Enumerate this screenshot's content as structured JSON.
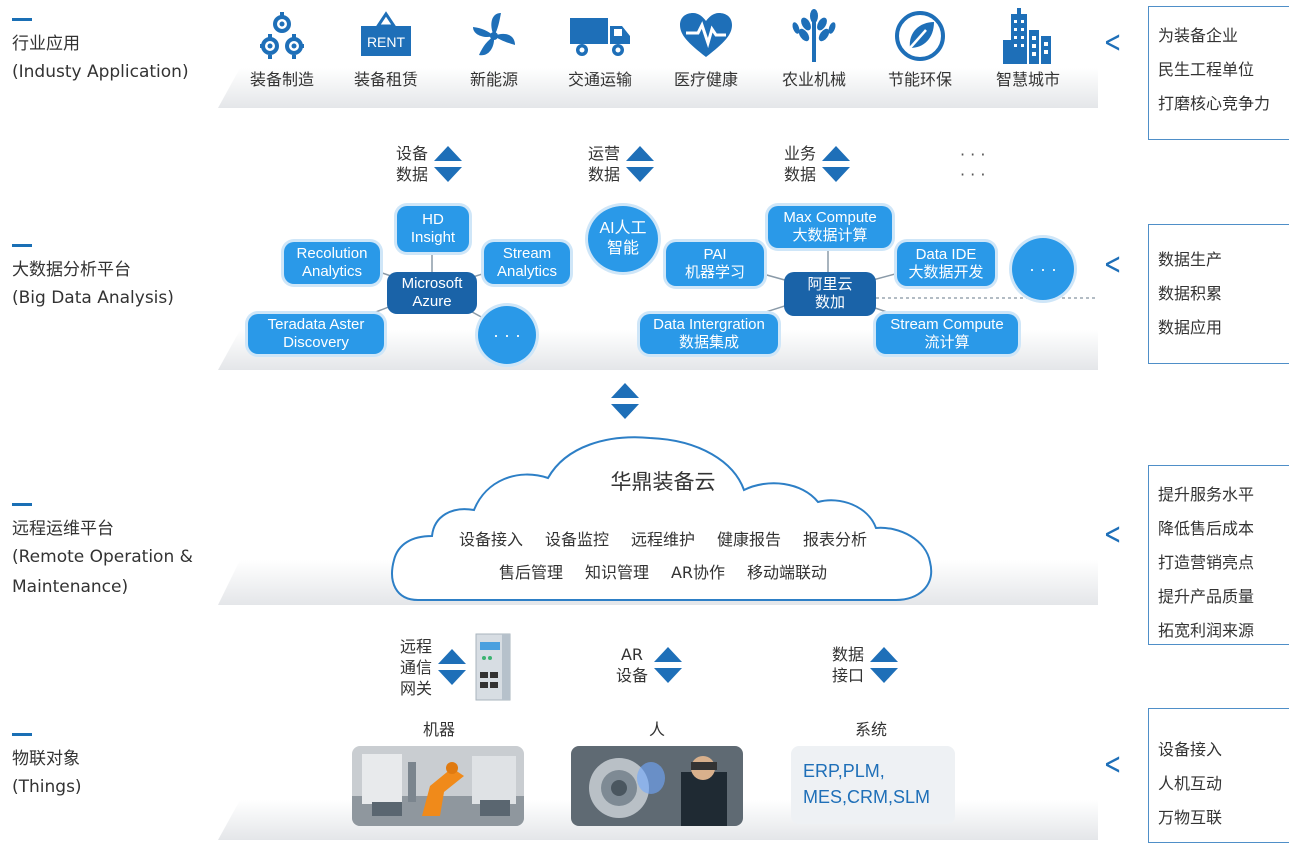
{
  "layers": [
    {
      "zh": "行业应用",
      "en": "(Industy Application)"
    },
    {
      "zh": "大数据分析平台",
      "en": "(Big Data Analysis)"
    },
    {
      "zh": "远程运维平台",
      "en_line1": "(Remote Operation &",
      "en_line2": "Maintenance)"
    },
    {
      "zh": "物联对象",
      "en": "(Things)"
    }
  ],
  "industries": [
    {
      "label": "装备制造",
      "icon": "gears-icon"
    },
    {
      "label": "装备租赁",
      "icon": "rent-sign-icon",
      "sign_text": "RENT"
    },
    {
      "label": "新能源",
      "icon": "wind-turbine-icon"
    },
    {
      "label": "交通运输",
      "icon": "truck-icon"
    },
    {
      "label": "医疗健康",
      "icon": "heart-pulse-icon"
    },
    {
      "label": "农业机械",
      "icon": "wheat-icon"
    },
    {
      "label": "节能环保",
      "icon": "leaf-icon"
    },
    {
      "label": "智慧城市",
      "icon": "city-buildings-icon"
    }
  ],
  "side_boxes": [
    [
      "为装备企业",
      "民生工程单位",
      "打磨核心竞争力"
    ],
    [
      "数据生产",
      "数据积累",
      "数据应用"
    ],
    [
      "提升服务水平",
      "降低售后成本",
      "打造营销亮点",
      "提升产品质量",
      "拓宽利润来源"
    ],
    [
      "设备接入",
      "人机互动",
      "万物互联"
    ]
  ],
  "data_flows": {
    "device": {
      "l1": "设备",
      "l2": "数据"
    },
    "ops": {
      "l1": "运营",
      "l2": "数据"
    },
    "biz": {
      "l1": "业务",
      "l2": "数据"
    },
    "more": "· · ·\n· · ·"
  },
  "azure_cluster": {
    "center": {
      "l1": "Microsoft",
      "l2": "Azure"
    },
    "hd": {
      "l1": "HD",
      "l2": "Insight"
    },
    "recolution": {
      "l1": "Recolution",
      "l2": "Analytics"
    },
    "stream": {
      "l1": "Stream",
      "l2": "Analytics"
    },
    "teradata": {
      "l1": "Teradata Aster",
      "l2": "Discovery"
    },
    "more": "· · ·"
  },
  "ai_node": {
    "l1": "AI人工",
    "l2": "智能"
  },
  "aliyun_cluster": {
    "center": {
      "l1": "阿里云",
      "l2": "数加"
    },
    "maxcompute": {
      "l1": "Max Compute",
      "l2": "大数据计算"
    },
    "pai": {
      "l1": "PAI",
      "l2": "机器学习"
    },
    "dataide": {
      "l1": "Data IDE",
      "l2": "大数据开发"
    },
    "dataint": {
      "l1": "Data Intergration",
      "l2": "数据集成"
    },
    "streamcompute": {
      "l1": "Stream Compute",
      "l2": "流计算"
    },
    "more": "· · ·"
  },
  "cloud": {
    "title": "华鼎装备云",
    "row1": [
      "设备接入",
      "设备监控",
      "远程维护",
      "健康报告",
      "报表分析"
    ],
    "row2": [
      "售后管理",
      "知识管理",
      "AR协作",
      "移动端联动"
    ]
  },
  "connectors": {
    "gateway": {
      "l1": "远程",
      "l2": "通信",
      "l3": "网关"
    },
    "ar": {
      "l1": "AR",
      "l2": "设备"
    },
    "dataif": {
      "l1": "数据",
      "l2": "接口"
    }
  },
  "things": {
    "machine": "机器",
    "person": "人",
    "system": "系统",
    "system_l1": "ERP,PLM,",
    "system_l2": "MES,CRM,SLM"
  },
  "colors": {
    "accent": "#1e6fb8",
    "node_light": "#2a99e8",
    "node_dark": "#1a63a8"
  }
}
